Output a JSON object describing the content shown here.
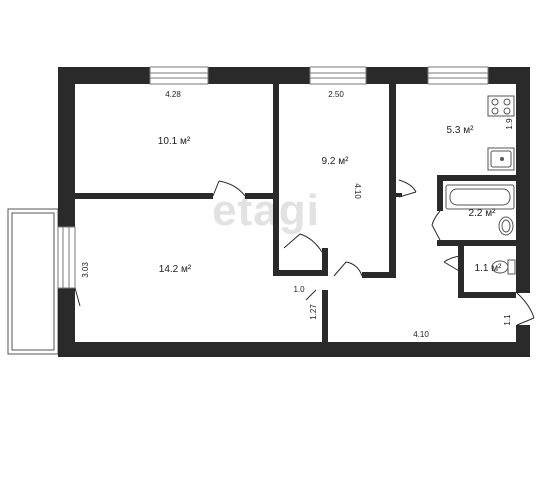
{
  "plan": {
    "watermark": "etagi",
    "rooms": [
      {
        "id": "room-1",
        "area": "10.1 м²"
      },
      {
        "id": "room-2",
        "area": "9.2 м²"
      },
      {
        "id": "kitchen",
        "area": "5.3 м²"
      },
      {
        "id": "bathroom",
        "area": "2.2 м²"
      },
      {
        "id": "toilet",
        "area": "1.1 м²"
      },
      {
        "id": "room-3",
        "area": "14.2 м²"
      }
    ],
    "dimensions": {
      "room1_width": "4.28",
      "room2_width": "2.50",
      "room2_length": "4.10",
      "kitchen_side": "1.9",
      "room3_side": "3.03",
      "closet_width": "1.0",
      "closet_depth": "1.27",
      "hall_length": "4.10",
      "entrance_side": "1.1"
    },
    "colors": {
      "wall": "#2a2a2a",
      "fixture": "#555555",
      "window": "#7a7a7a"
    }
  }
}
